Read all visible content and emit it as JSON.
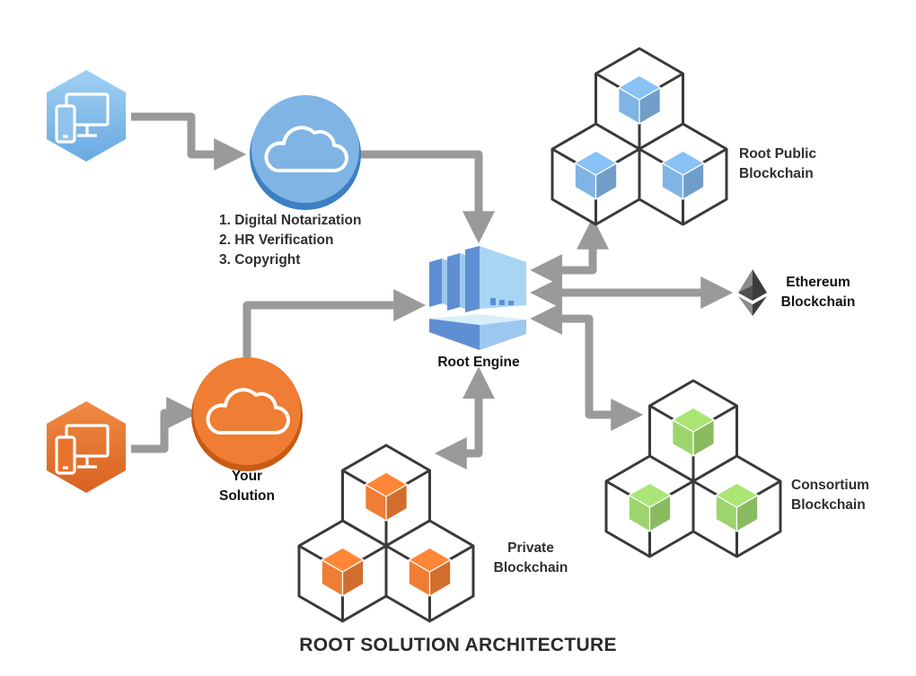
{
  "labels": {
    "steps": [
      "1. Digital Notarization",
      "2. HR Verification",
      "3. Copyright"
    ],
    "engine": "Root Engine",
    "your_solution": [
      "Your",
      "Solution"
    ],
    "public_chain": [
      "Root Public",
      "Blockchain"
    ],
    "ethereum": [
      "Ethereum",
      "Blockchain"
    ],
    "consortium": [
      "Consortium",
      "Blockchain"
    ],
    "private_chain": [
      "Private",
      "Blockchain"
    ],
    "title": "ROOT SOLUTION ARCHITECTURE"
  },
  "colors": {
    "blue": "#7fb4e4",
    "blue_light": "#a9d2f2",
    "orange": "#ef7d33",
    "green": "#9ed46d",
    "arrow": "#9a9a9a",
    "cube_outline": "#3a3a3a"
  },
  "icons": [
    "devices-icon",
    "cloud-icon",
    "root-engine-icon",
    "ethereum-icon",
    "cube-cluster-icon"
  ]
}
